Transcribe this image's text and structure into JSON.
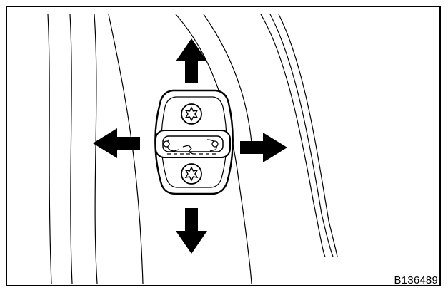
{
  "figure": {
    "code": "B136489",
    "colors": {
      "line": "#000000",
      "background": "#ffffff"
    },
    "arrows": [
      "up",
      "down",
      "left",
      "right"
    ],
    "part": "door-lock-striker",
    "fasteners": [
      "torx-screw",
      "torx-screw"
    ]
  }
}
